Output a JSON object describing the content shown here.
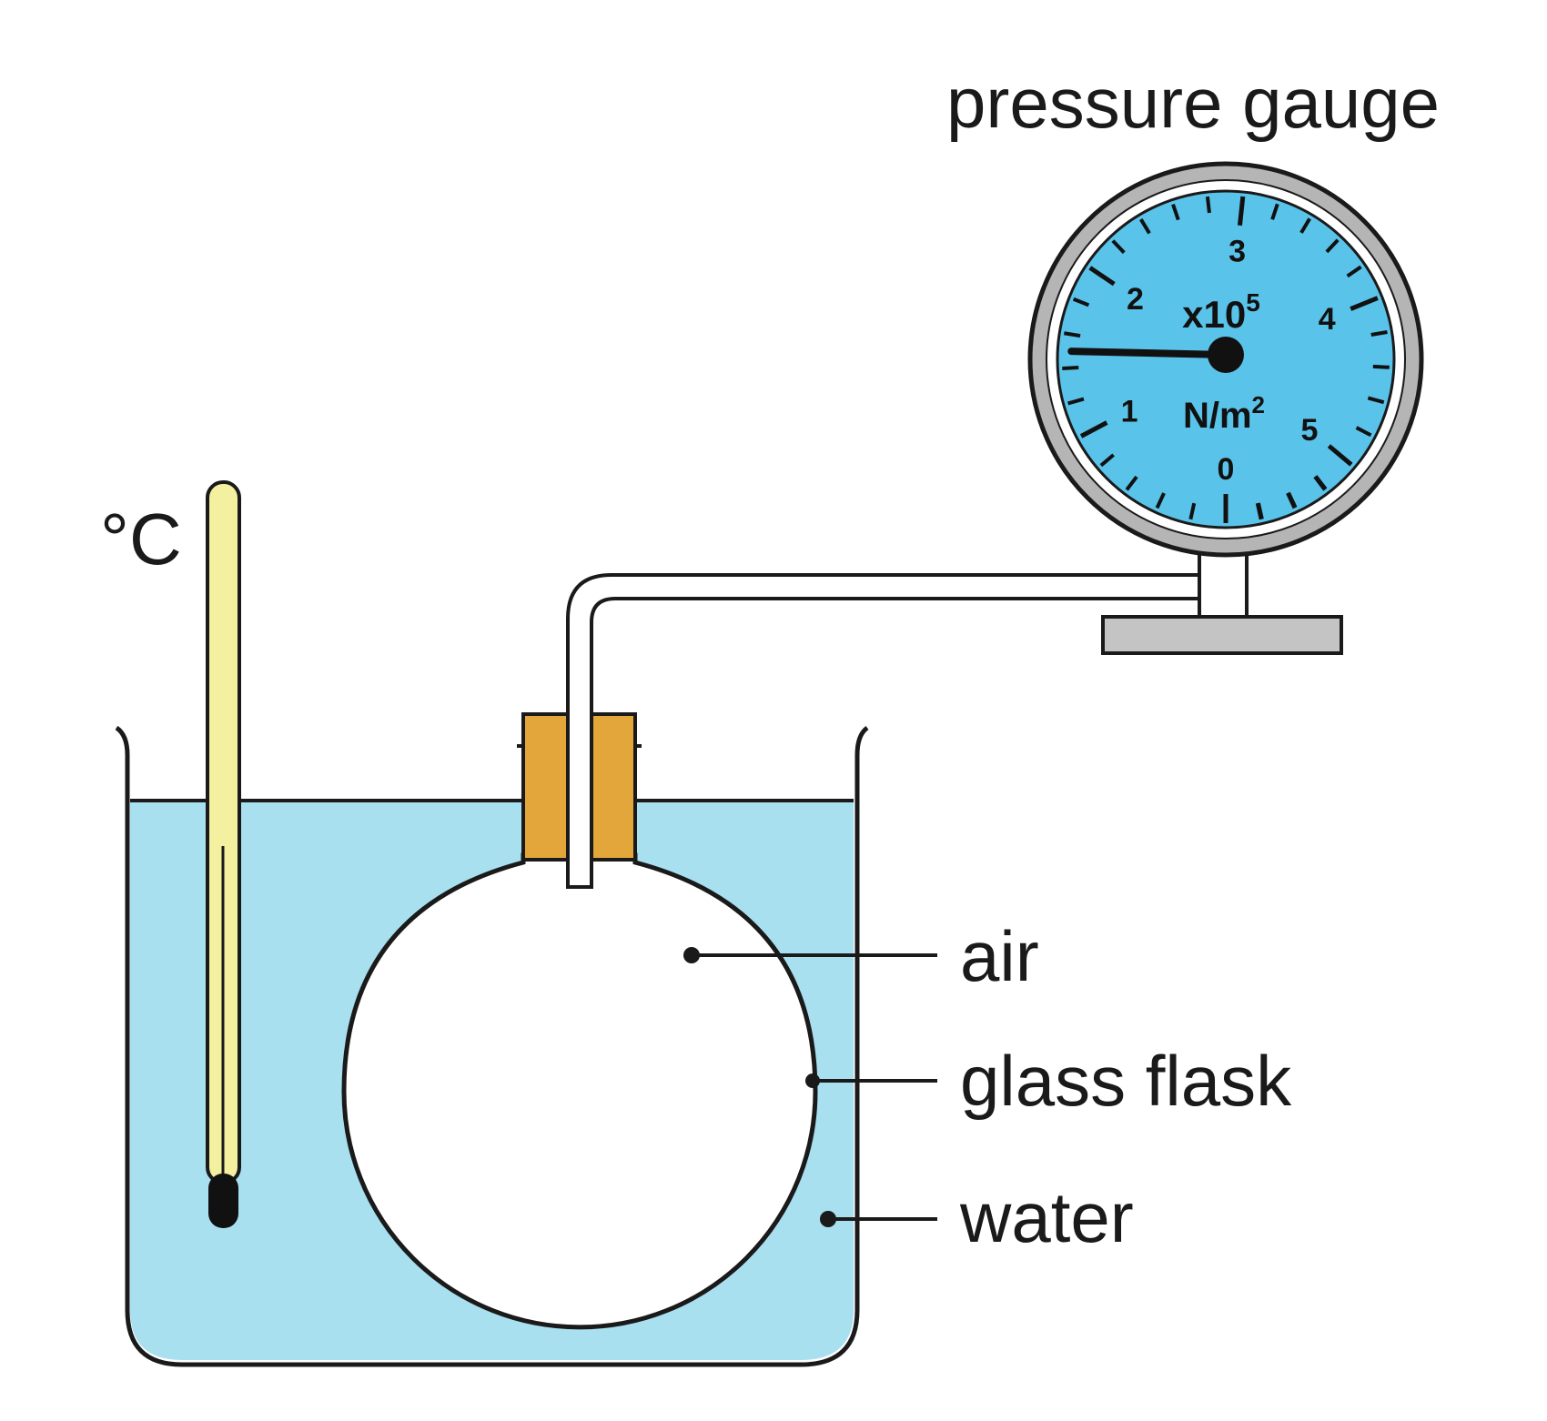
{
  "labels": {
    "pressure_gauge": "pressure gauge",
    "thermometer_unit": "°C",
    "air": "air",
    "glass_flask": "glass flask",
    "water": "water"
  },
  "gauge": {
    "numbers": [
      "0",
      "1",
      "2",
      "3",
      "4",
      "5"
    ],
    "multiplier_base": "x10",
    "multiplier_exp": "5",
    "unit_base": "N/m",
    "unit_exp": "2",
    "needle_reading": 1.5
  },
  "colors": {
    "water": "#a9e0f0",
    "gauge_face": "#5ac3ea",
    "gauge_rim": "#b5b5b5",
    "stopper": "#e2a63a",
    "thermometer": "#f3f0a0",
    "stand": "#c4c4c4"
  }
}
